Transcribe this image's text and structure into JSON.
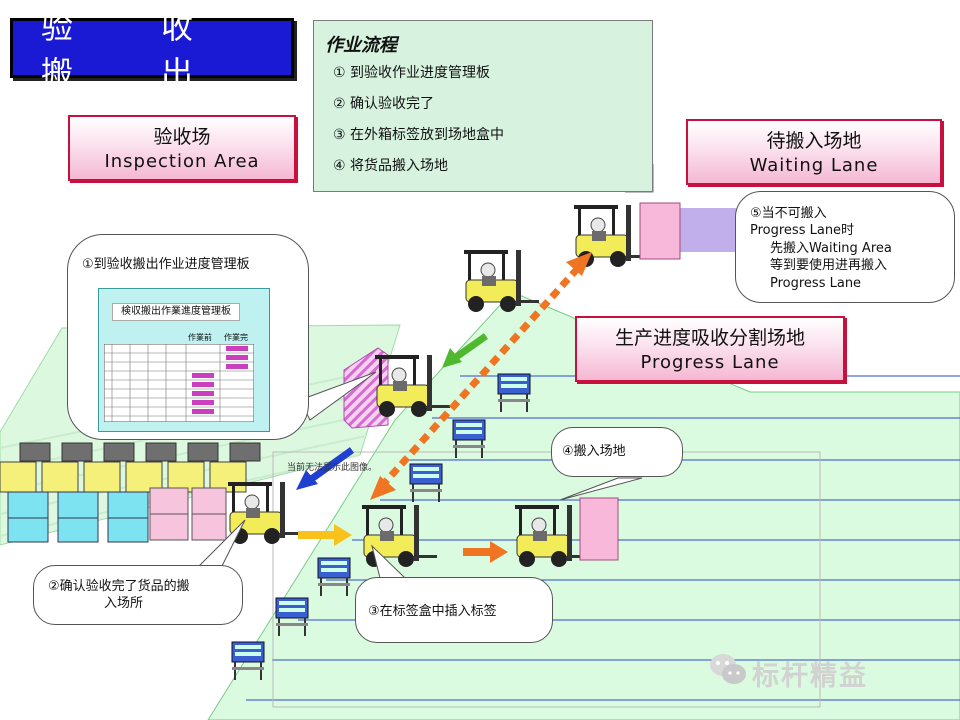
{
  "title": "验　收　搬　出",
  "areas": {
    "inspection": {
      "zh": "验收场",
      "en": "Inspection Area"
    },
    "waiting": {
      "zh": "待搬入场地",
      "en": "Waiting Lane"
    },
    "progress": {
      "zh": "生产进度吸收分割场地",
      "en": "Progress Lane"
    }
  },
  "workflow": {
    "title": "作业流程",
    "steps": [
      "①  到验收作业进度管理板",
      "②  确认验收完了",
      "③  在外箱标签放到场地盒中",
      "④  将货品搬入场地"
    ]
  },
  "callouts": {
    "board": "①到验收搬出作业进度管理板",
    "confirm": [
      "②确认验收完了货品的搬",
      "入场所"
    ],
    "insert": "③在标签盒中插入标签",
    "move": "④搬入场地",
    "waiting": [
      "⑤当不可搬入",
      "Progress Lane时",
      "先搬入Waiting Area",
      "等到要使用进再搬入",
      "Progress Lane"
    ]
  },
  "board": {
    "title": "検収搬出作業進度管理板",
    "col_before": "作業前",
    "col_done": "作業完"
  },
  "error_text": "当前无法显示此图像。",
  "watermark": "标杆精益",
  "colors": {
    "title_bg": "#1a1ad4",
    "label_border": "#c8103e",
    "flow_bg": "#d7f3e0",
    "floor": "#d9fbe0",
    "arrow_orange": "#f07522",
    "arrow_green": "#4fb82f",
    "arrow_blue": "#1f3fd0",
    "arrow_yellow": "#f8c21b",
    "purple_zone": "#b9a6e8"
  }
}
